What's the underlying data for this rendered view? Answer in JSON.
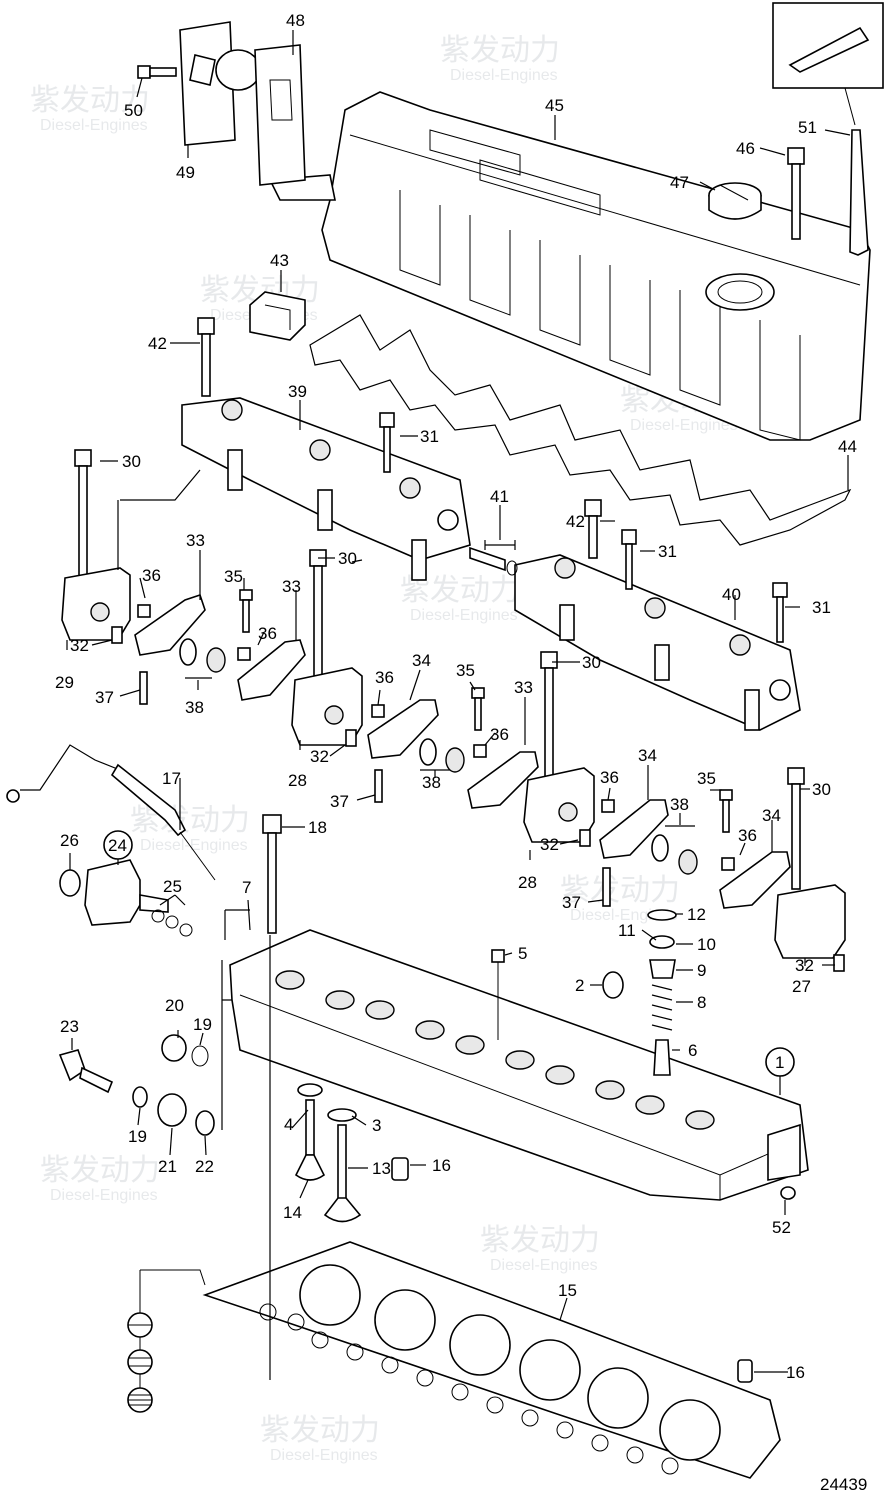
{
  "figure_number": "24439",
  "watermark": {
    "brand_cn": "紫发动力",
    "brand_en": "Diesel-Engines"
  },
  "callouts": {
    "c1": "1",
    "c2": "2",
    "c3": "3",
    "c4": "4",
    "c5": "5",
    "c6": "6",
    "c7": "7",
    "c8": "8",
    "c9": "9",
    "c10": "10",
    "c11": "11",
    "c12": "12",
    "c13": "13",
    "c14": "14",
    "c15": "15",
    "c16a": "16",
    "c16b": "16",
    "c17": "17",
    "c18": "18",
    "c19a": "19",
    "c19b": "19",
    "c20": "20",
    "c21": "21",
    "c22": "22",
    "c23": "23",
    "c24": "24",
    "c25": "25",
    "c26": "26",
    "c27": "27",
    "c28a": "28",
    "c28b": "28",
    "c29": "29",
    "c30a": "30",
    "c30b": "30",
    "c30c": "30",
    "c30d": "30",
    "c31a": "31",
    "c31b": "31",
    "c31c": "31",
    "c32a": "32",
    "c32b": "32",
    "c32c": "32",
    "c32d": "32",
    "c33a": "33",
    "c33b": "33",
    "c33c": "33",
    "c34a": "34",
    "c34b": "34",
    "c34c": "34",
    "c35a": "35",
    "c35b": "35",
    "c35c": "35",
    "c36a": "36",
    "c36b": "36",
    "c36c": "36",
    "c36d": "36",
    "c36e": "36",
    "c36f": "36",
    "c37a": "37",
    "c37b": "37",
    "c37c": "37",
    "c38a": "38",
    "c38b": "38",
    "c38c": "38",
    "c39": "39",
    "c40": "40",
    "c41": "41",
    "c42a": "42",
    "c42b": "42",
    "c43": "43",
    "c44": "44",
    "c45": "45",
    "c46": "46",
    "c47": "47",
    "c48": "48",
    "c49": "49",
    "c50": "50",
    "c51": "51",
    "c52": "52"
  }
}
